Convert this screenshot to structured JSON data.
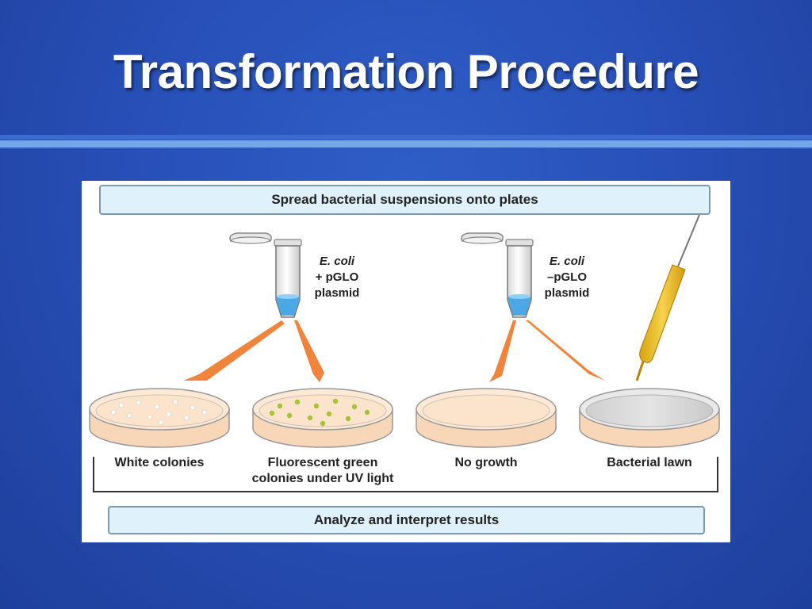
{
  "slide": {
    "title": "Transformation Procedure"
  },
  "figure": {
    "top_banner": "Spread bacterial suspensions onto plates",
    "bottom_banner": "Analyze and interpret results",
    "tubes": [
      {
        "organism": "E. coli",
        "line2": "+ pGLO",
        "line3": "plasmid"
      },
      {
        "organism": "E. coli",
        "line2": "–pGLO",
        "line3": "plasmid"
      }
    ],
    "plates": [
      {
        "label_line1": "White colonies",
        "label_line2": ""
      },
      {
        "label_line1": "Fluorescent green",
        "label_line2": "colonies under UV light"
      },
      {
        "label_line1": "No growth",
        "label_line2": ""
      },
      {
        "label_line1": "Bacterial lawn",
        "label_line2": ""
      }
    ]
  },
  "colors": {
    "background": "#2850b8",
    "title_text": "#ffffff",
    "rule": "#74a6ea",
    "banner_fill": "#dff1fa",
    "agar": "#fbe3cc",
    "arrow": "#f0843c",
    "green_colony": "#a8c23a",
    "loop": "#f1c22e"
  },
  "icons": [
    "microcentrifuge-tube-icon",
    "inoculating-loop-icon",
    "petri-dish-icon"
  ]
}
